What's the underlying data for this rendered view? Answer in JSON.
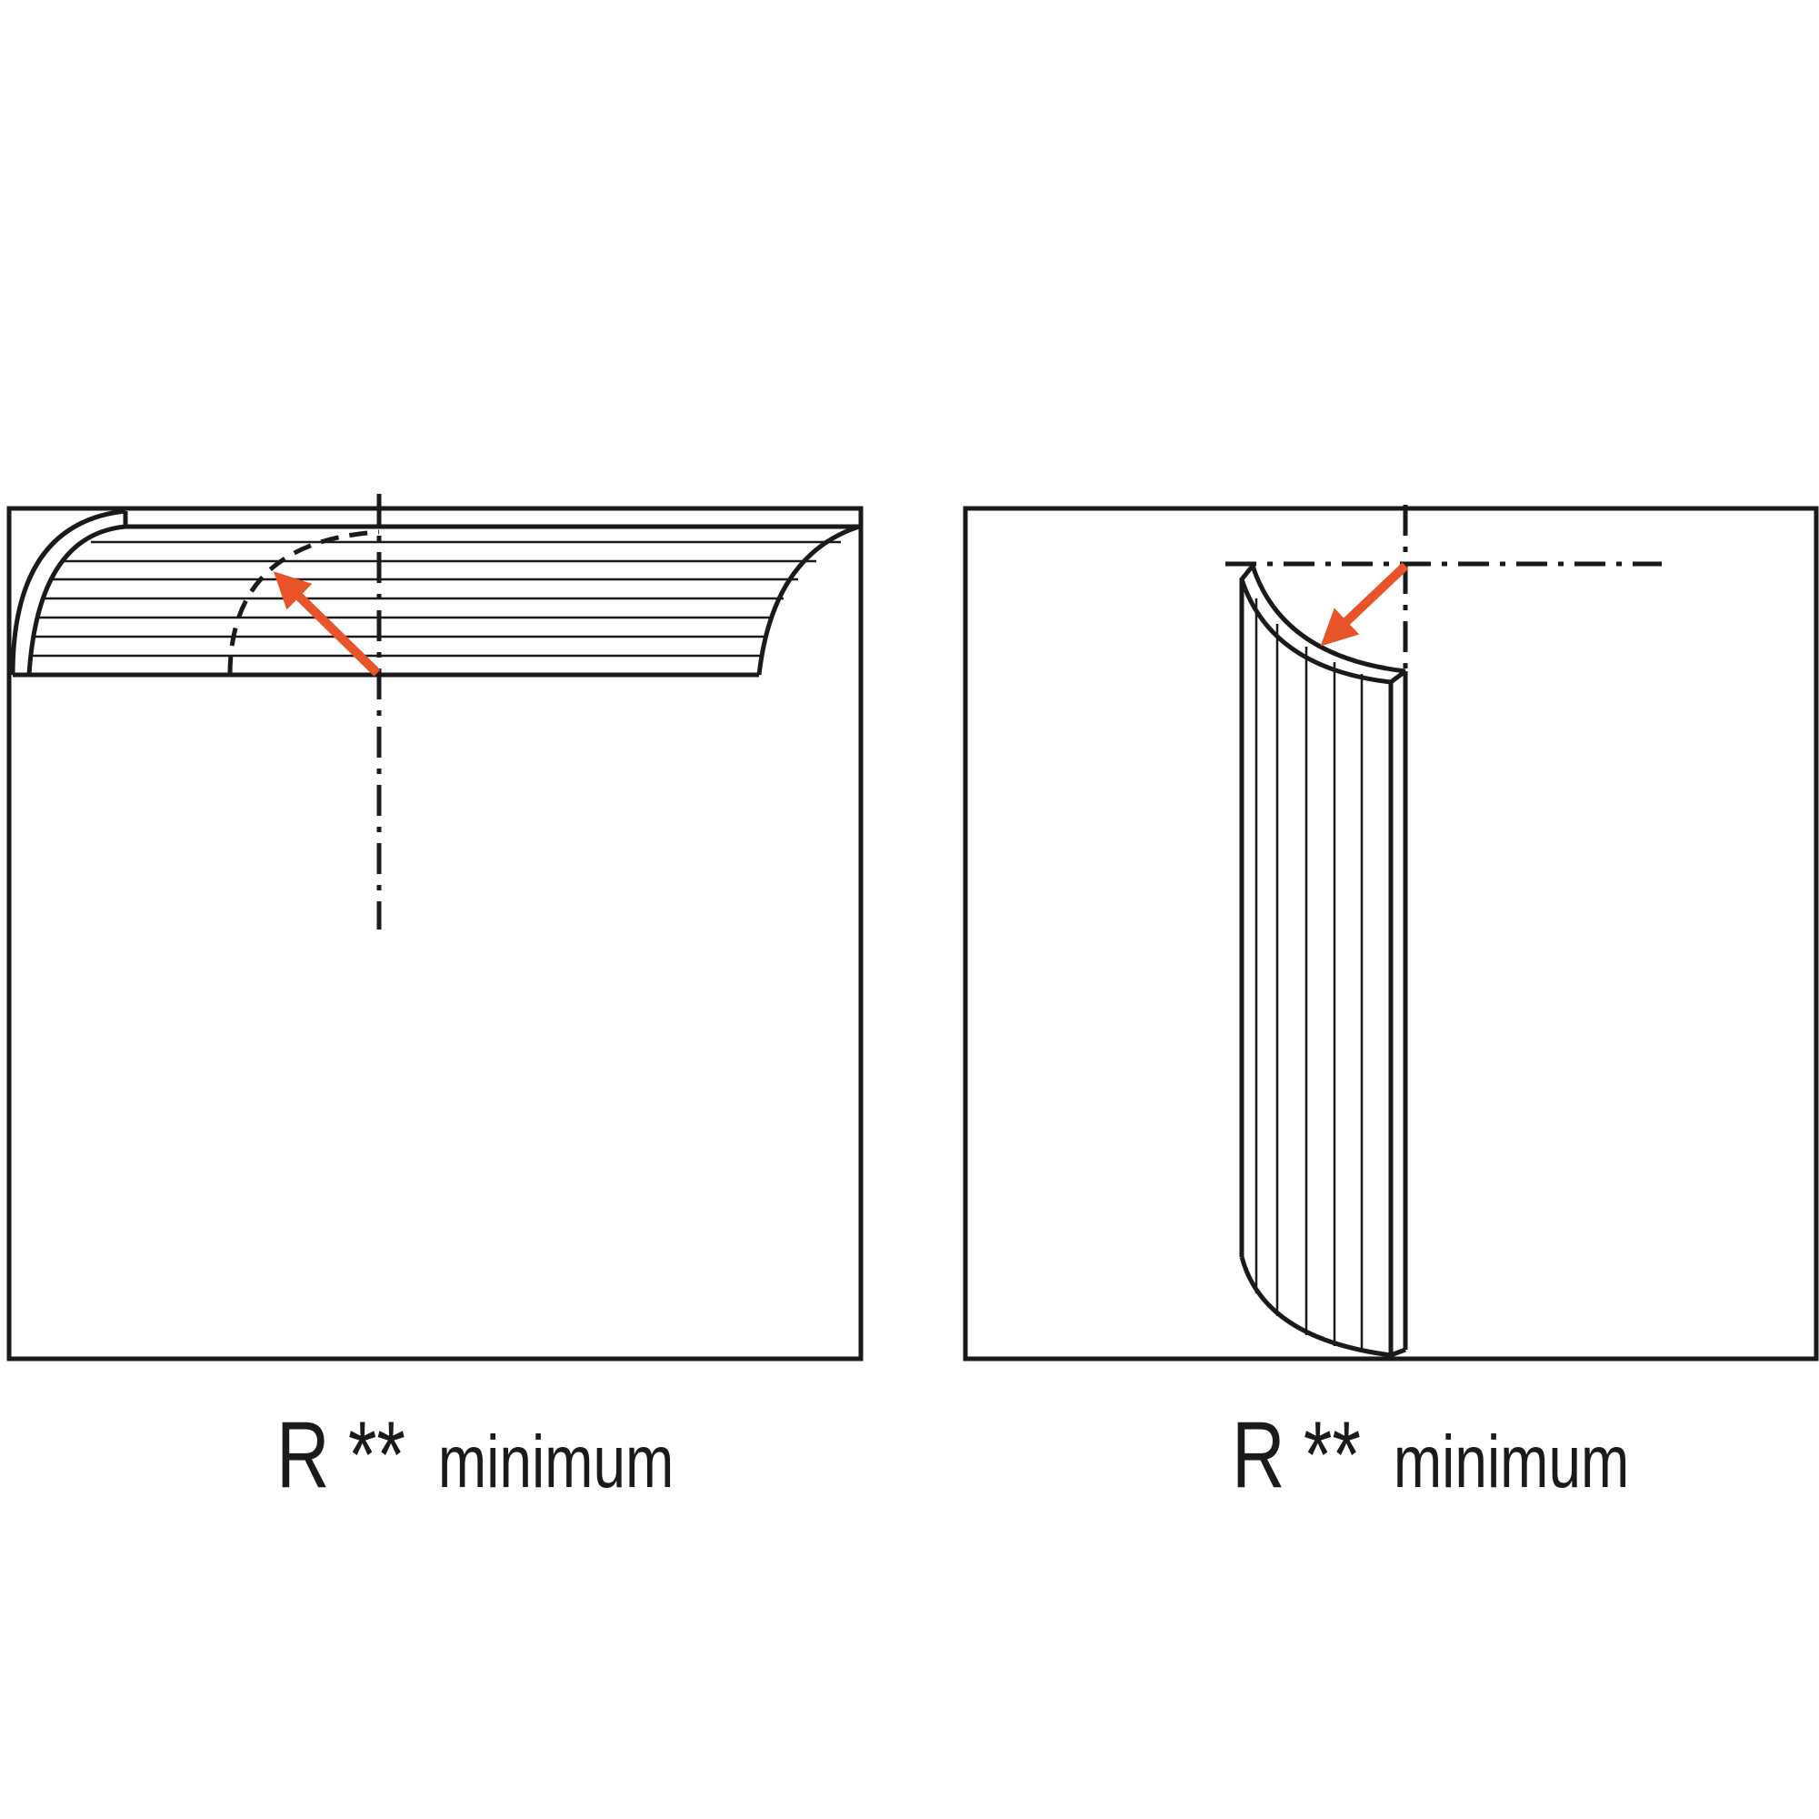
{
  "diagram": {
    "colors": {
      "outline": "#1a1a1a",
      "arrow": "#e8532a",
      "background": "#ffffff"
    },
    "left_panel": {
      "caption": {
        "radius_symbol": "R",
        "stars": "**",
        "word": "minimum"
      }
    },
    "right_panel": {
      "caption": {
        "radius_symbol": "R",
        "stars": "**",
        "word": "minimum"
      }
    }
  }
}
